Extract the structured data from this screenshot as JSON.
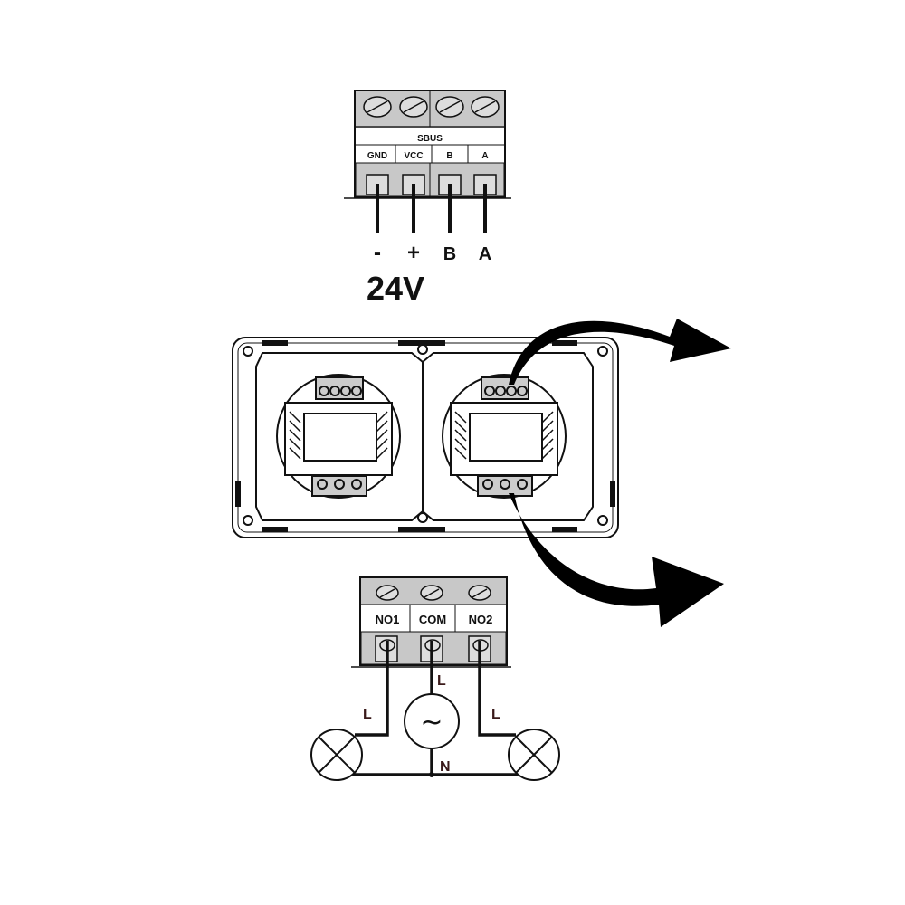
{
  "sbus_connector": {
    "header": "SBUS",
    "terminals": [
      "GND",
      "VCC",
      "B",
      "A"
    ],
    "wire_labels": [
      "-",
      "+",
      "B",
      "A"
    ],
    "voltage": "24V"
  },
  "relay_connector": {
    "terminals": [
      "NO1",
      "COM",
      "NO2"
    ],
    "wire_labels": {
      "com": "L",
      "no1": "L",
      "no2": "L",
      "neutral": "N"
    },
    "source_symbol": "~"
  },
  "colors": {
    "terminal_gray": "#c8c8c8",
    "line": "#111111",
    "label_dark": "#3a1a1a"
  }
}
